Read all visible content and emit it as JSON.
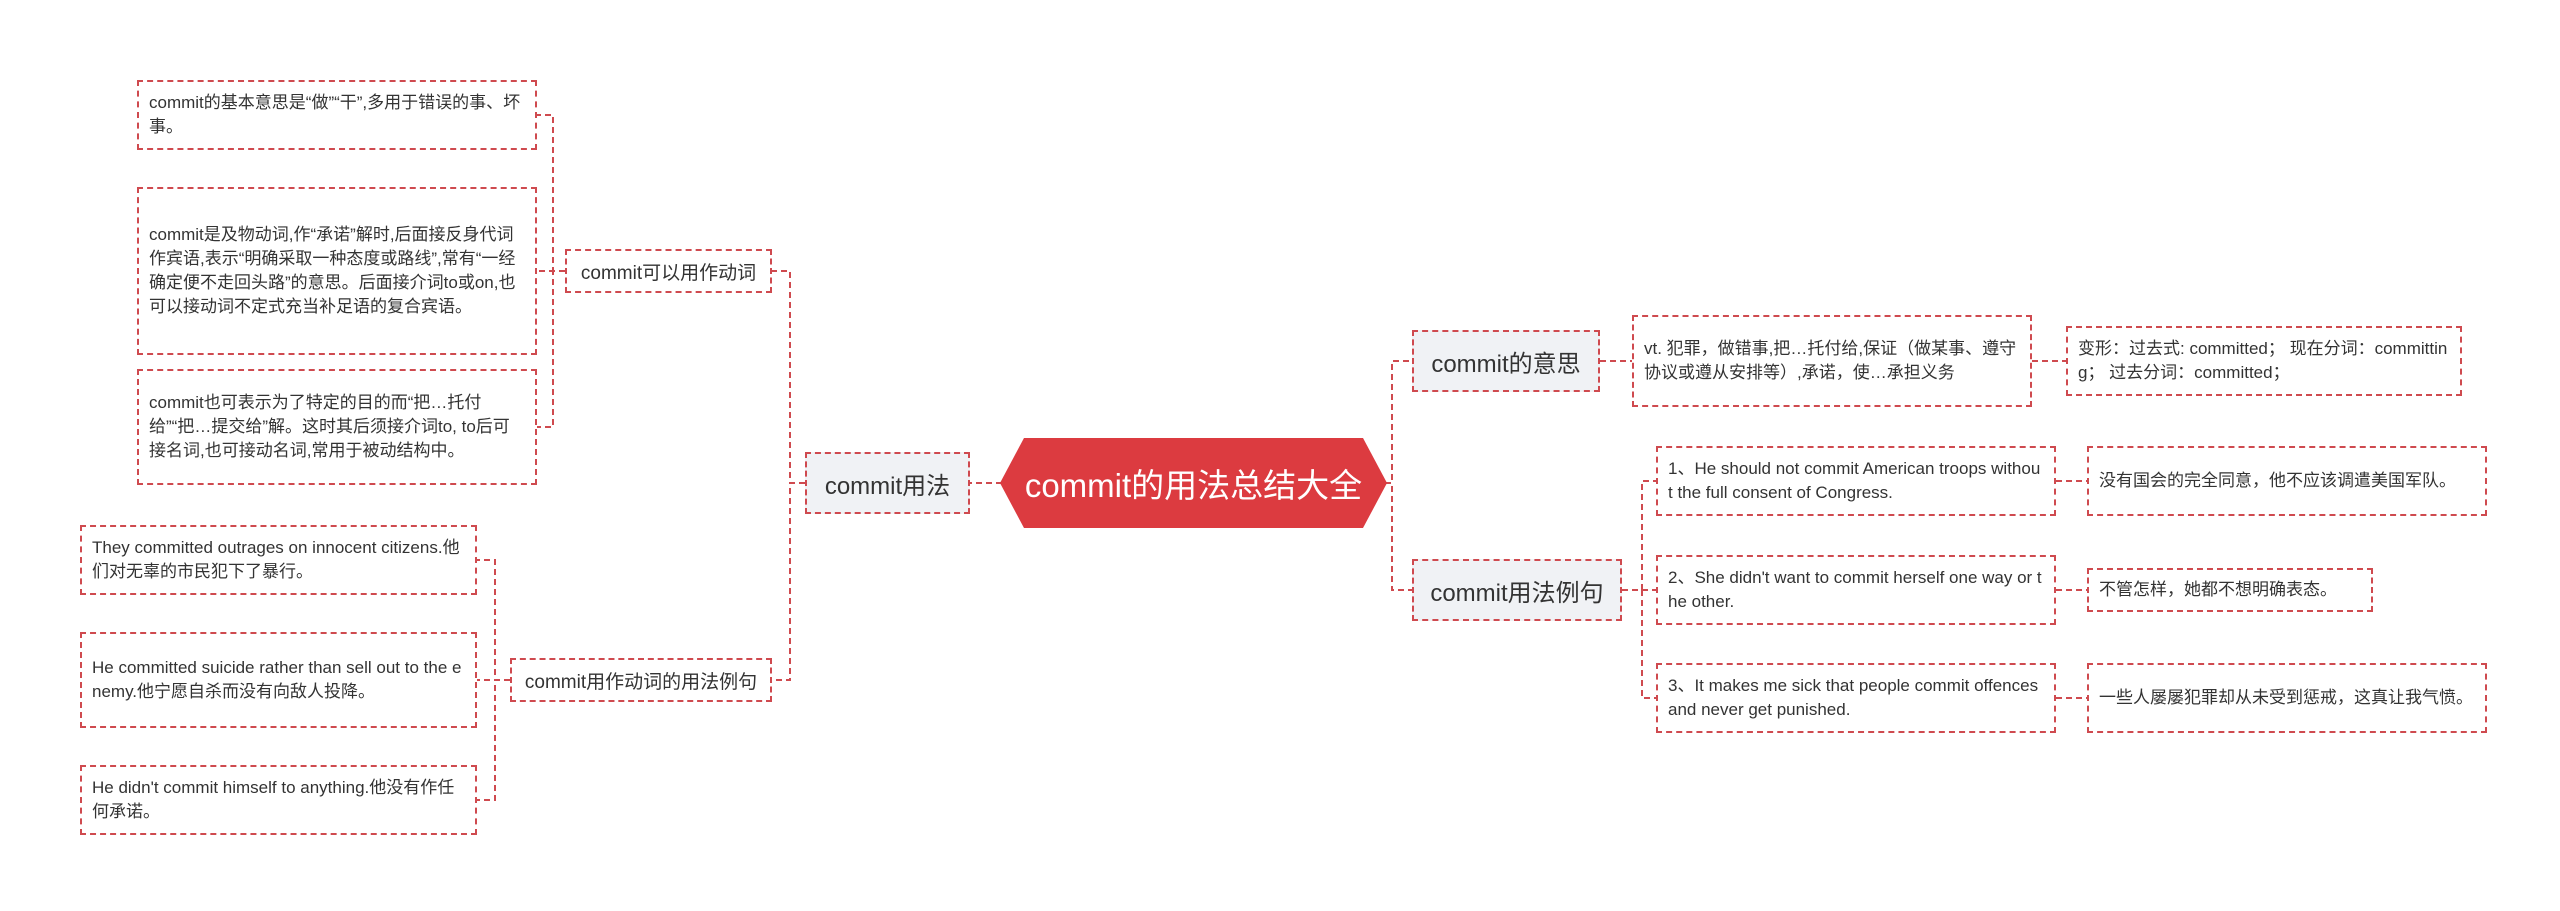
{
  "root": {
    "title": "commit的用法总结大全"
  },
  "left": {
    "usage": {
      "label": "commit用法",
      "verb": {
        "label": "commit可以用作动词",
        "notes": [
          "commit的基本意思是“做”“干”,多用于错误的事、坏事。",
          "commit是及物动词,作“承诺”解时,后面接反身代词作宾语,表示“明确采取一种态度或路线”,常有“一经确定便不走回头路”的意思。后面接介词to或on,也可以接动词不定式充当补足语的复合宾语。",
          "commit也可表示为了特定的目的而“把…托付给”“把…提交给”解。这时其后须接介词to, to后可接名词,也可接动名词,常用于被动结构中。"
        ]
      },
      "verb_examples": {
        "label": "commit用作动词的用法例句",
        "examples": [
          "They committed outrages on innocent citizens.他们对无辜的市民犯下了暴行。",
          "He committed suicide rather than sell out to the enemy.他宁愿自杀而没有向敌人投降。",
          "He didn't commit himself to anything.他没有作任何承诺。"
        ]
      }
    }
  },
  "right": {
    "meaning": {
      "label": "commit的意思",
      "definition": "vt. 犯罪，做错事,把…托付给,保证（做某事、遵守协议或遵从安排等）,承诺，使…承担义务",
      "forms": "变形：过去式: committed； 现在分词：committing； 过去分词：committed；"
    },
    "examples": {
      "label": "commit用法例句",
      "items": [
        {
          "en": "1、He should not commit American troops without the full consent of Congress.",
          "zh": "没有国会的完全同意，他不应该调遣美国军队。"
        },
        {
          "en": "2、She didn't want to commit herself one way or the other.",
          "zh": "不管怎样，她都不想明确表态。"
        },
        {
          "en": "3、It makes me sick that people commit offences and never get punished.",
          "zh": "一些人屡屡犯罪却从未受到惩戒，这真让我气愤。"
        }
      ]
    }
  },
  "colors": {
    "root_fill": "#dc3b40",
    "line": "#cf4a4f",
    "branch_fill": "#f0f2f5",
    "text": "#333333"
  }
}
